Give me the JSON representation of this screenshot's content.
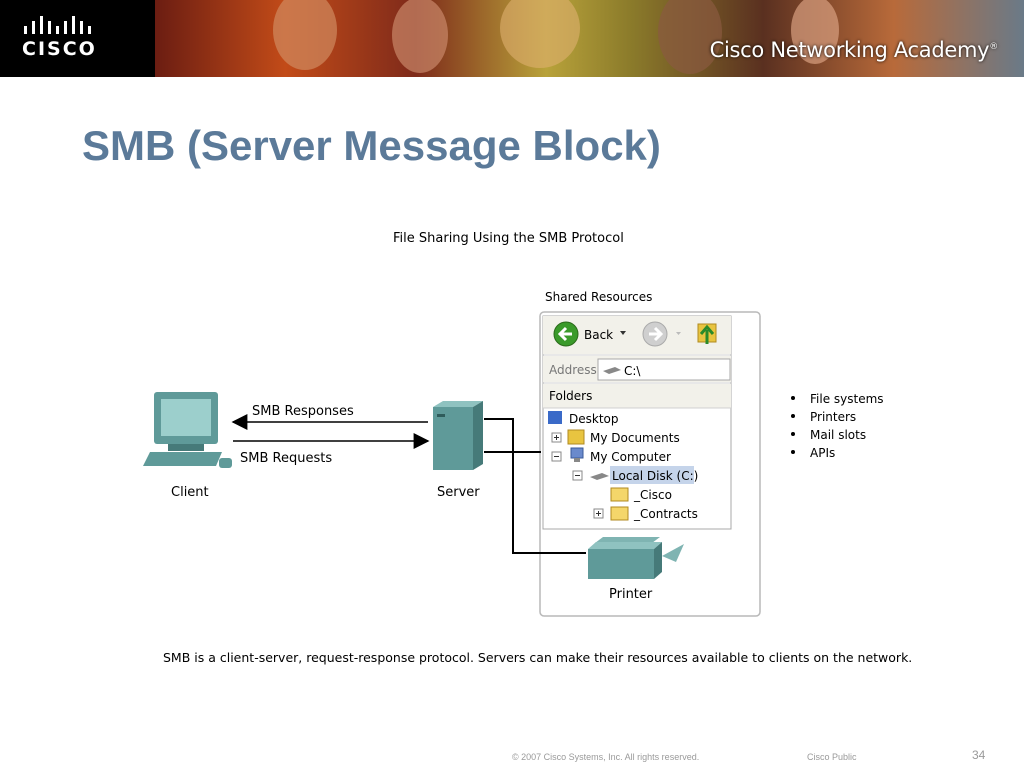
{
  "header": {
    "logo_text": "CISCO",
    "academy_name": "Cisco Networking Academy"
  },
  "slide": {
    "title": "SMB (Server Message Block)"
  },
  "diagram": {
    "title": "File Sharing Using the SMB Protocol",
    "client_label": "Client",
    "server_label": "Server",
    "printer_label": "Printer",
    "responses_label": "SMB Responses",
    "requests_label": "SMB Requests",
    "shared_resources_label": "Shared Resources",
    "explorer": {
      "back_label": "Back",
      "address_label": "Address",
      "address_value": "C:\\",
      "folders_label": "Folders",
      "tree": [
        {
          "label": "Desktop"
        },
        {
          "label": "My Documents"
        },
        {
          "label": "My Computer"
        },
        {
          "label": "Local Disk (C:)"
        },
        {
          "label": "_Cisco"
        },
        {
          "label": "_Contracts"
        }
      ]
    },
    "resource_types": [
      "File systems",
      "Printers",
      "Mail slots",
      "APIs"
    ]
  },
  "caption": "SMB is a client-server, request-response protocol. Servers can make their resources available to clients on the network.",
  "footer": {
    "copyright": "© 2007 Cisco Systems, Inc. All rights reserved.",
    "classification": "Cisco Public",
    "page_number": "34"
  },
  "colors": {
    "title": "#5b7a99",
    "device": "#5f9a99",
    "selected": "#c5d4ea"
  }
}
